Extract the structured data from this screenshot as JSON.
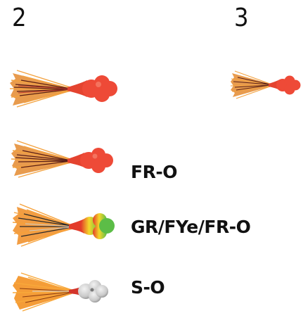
{
  "sizes": {
    "left": "2",
    "right": "3"
  },
  "lures": [
    {
      "label": "",
      "head_color": "#ee4a37",
      "skirt_color": "#e48a2e",
      "skirt_dark": "#5a1e17"
    },
    {
      "label": "",
      "head_color": "#ee4a37",
      "skirt_color": "#e48a2e",
      "skirt_dark": "#5a1e17"
    },
    {
      "label": "FR-O",
      "head_color": "#ee4a37",
      "skirt_color": "#e48a2e",
      "skirt_dark": "#5a1e17"
    },
    {
      "label": "GR/FYe/FR-O",
      "head_colors": [
        "#e33b2a",
        "#f4d72a",
        "#5cbd47"
      ],
      "skirt_color": "#f08c22",
      "skirt_dark": "#2c2a2a"
    },
    {
      "label": "S-O",
      "head_color": "#c9c9c9",
      "skirt_color": "#f39121",
      "skirt_dark": "#8a3b10"
    }
  ]
}
